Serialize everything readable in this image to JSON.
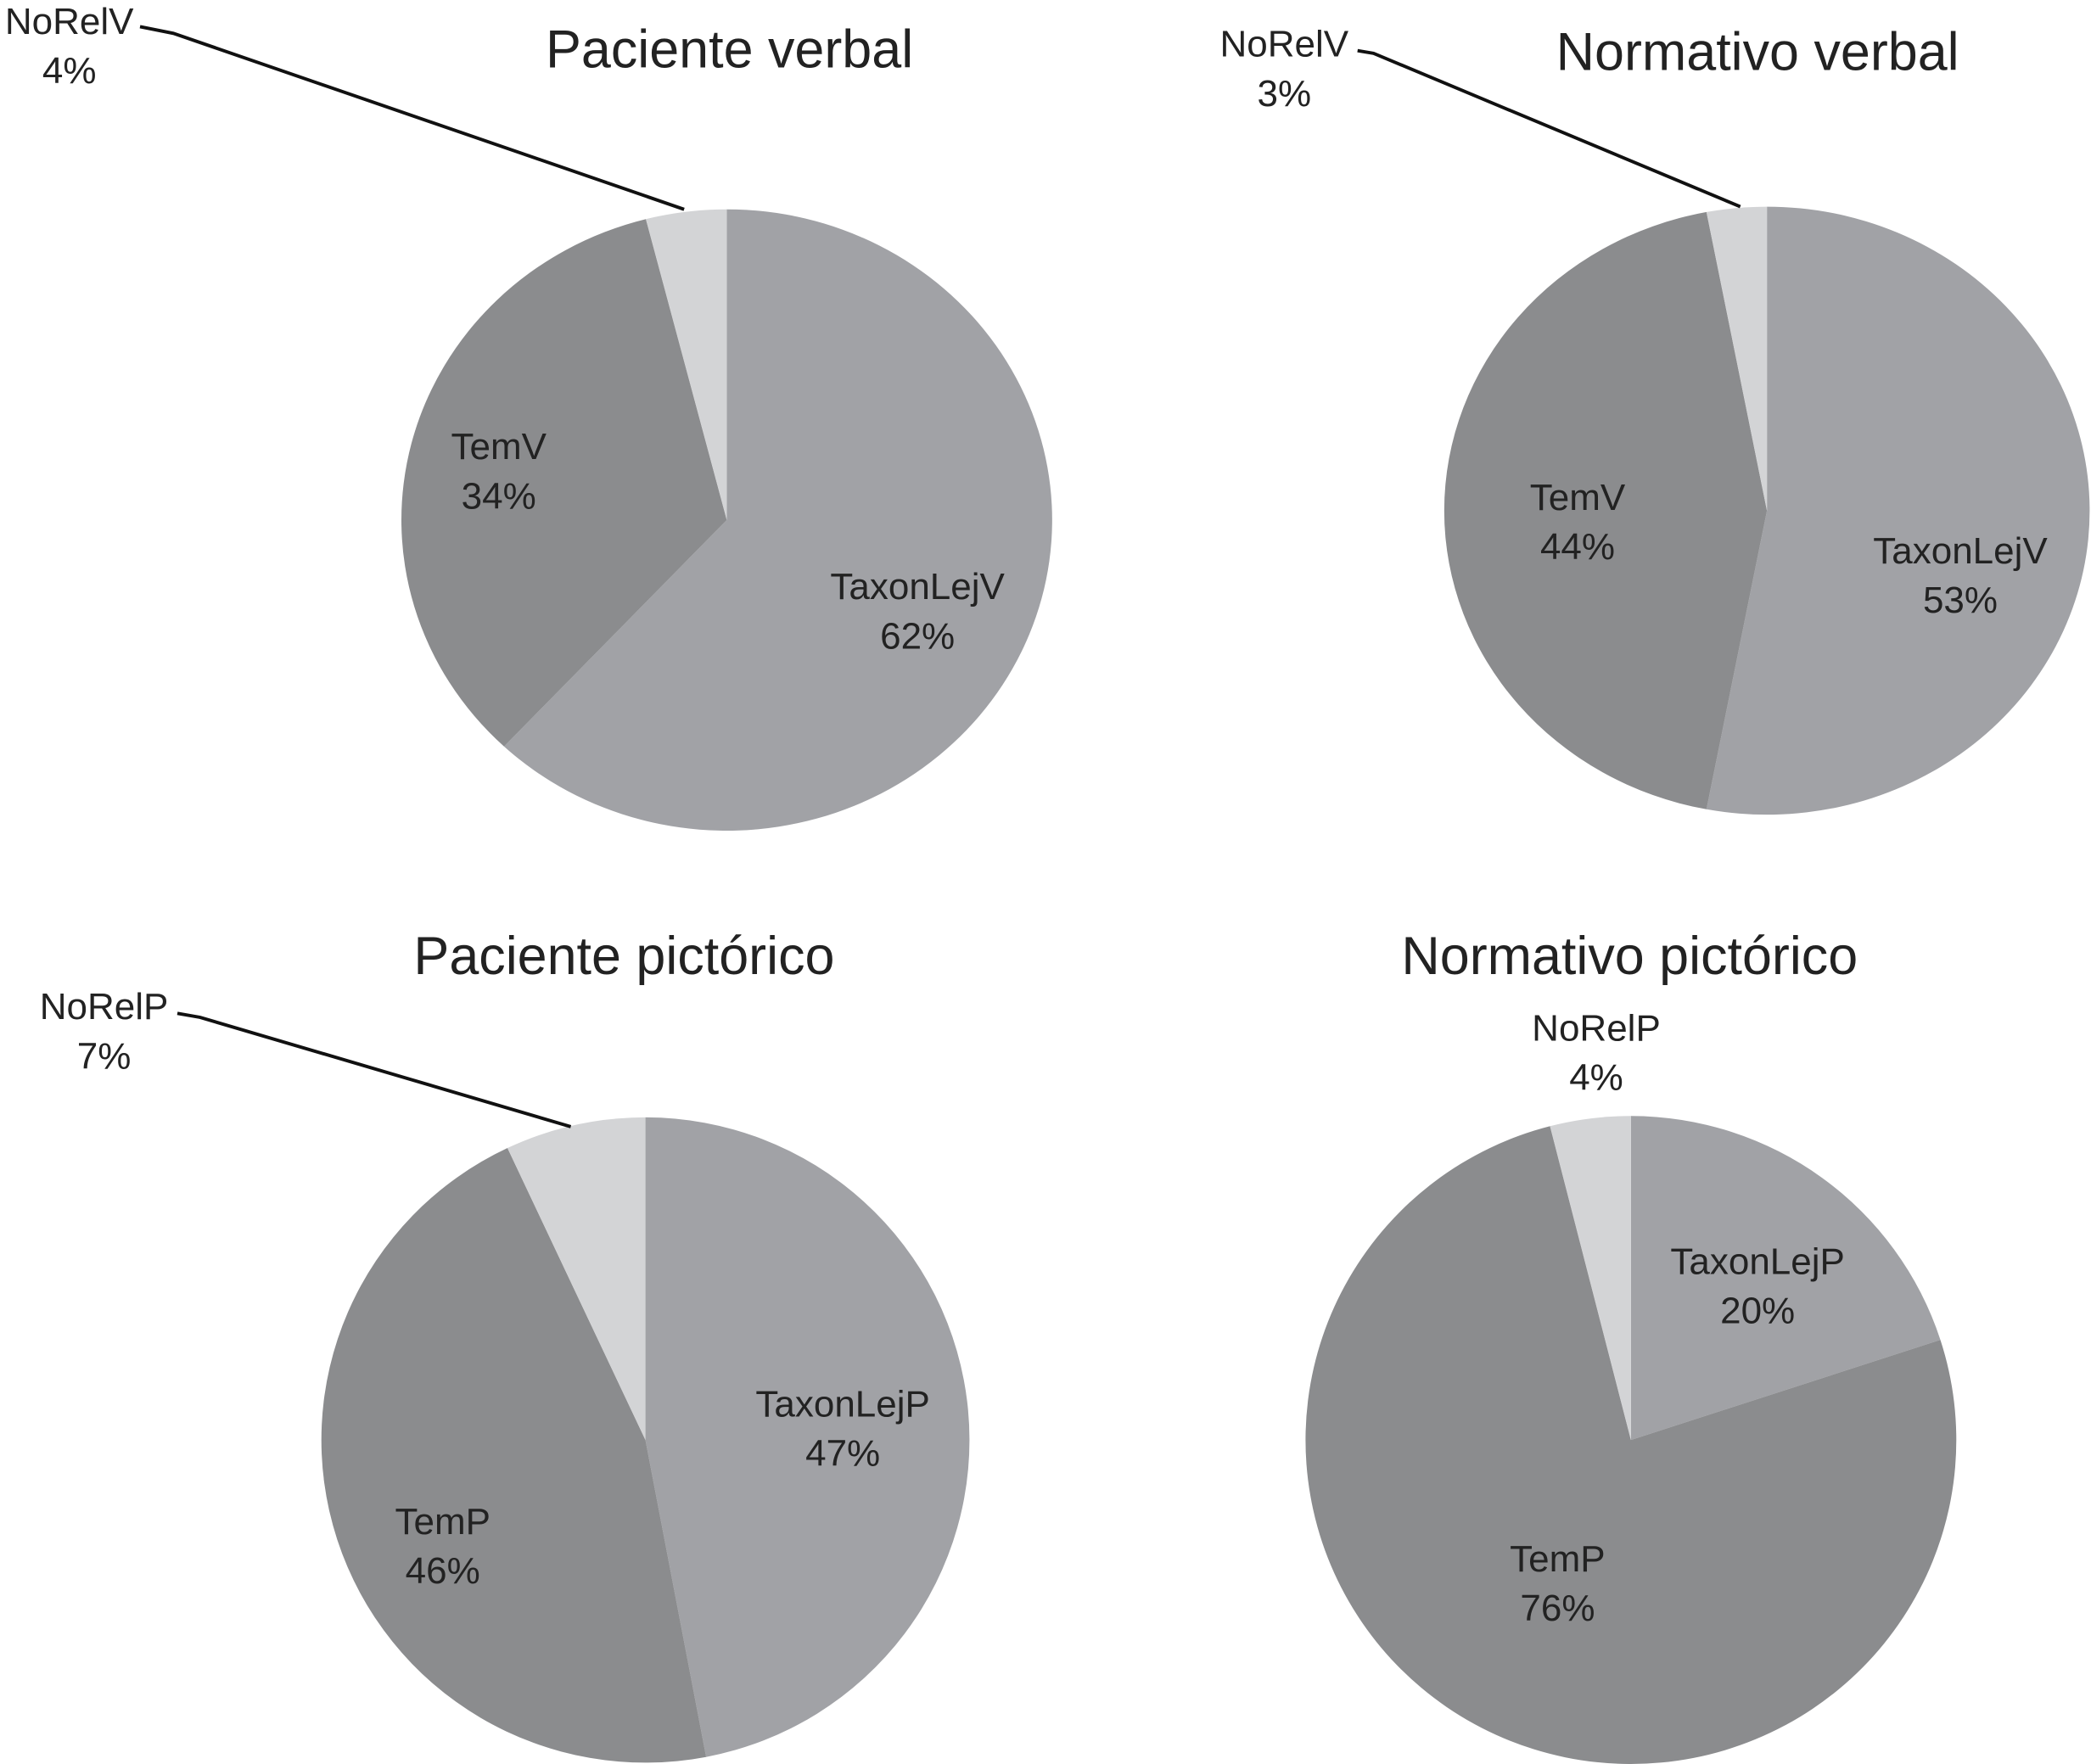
{
  "colors": {
    "TaxonLej": "#a1a2a6",
    "Tem": "#8b8c8e",
    "NoRel": "#d3d4d6",
    "text": "#222222"
  },
  "chart_data": [
    {
      "type": "pie",
      "title": "Paciente verbal",
      "slices": [
        {
          "label": "TaxonLejV",
          "value": 62,
          "text": "62%"
        },
        {
          "label": "TemV",
          "value": 34,
          "text": "34%"
        },
        {
          "label": "NoRelV",
          "value": 4,
          "text": "4%"
        }
      ]
    },
    {
      "type": "pie",
      "title": "Normativo verbal",
      "slices": [
        {
          "label": "TaxonLejV",
          "value": 53,
          "text": "53%"
        },
        {
          "label": "TemV",
          "value": 44,
          "text": "44%"
        },
        {
          "label": "NoRelV",
          "value": 3,
          "text": "3%"
        }
      ]
    },
    {
      "type": "pie",
      "title": "Paciente pictórico",
      "slices": [
        {
          "label": "TaxonLejP",
          "value": 47,
          "text": "47%"
        },
        {
          "label": "TemP",
          "value": 46,
          "text": "46%"
        },
        {
          "label": "NoRelP",
          "value": 7,
          "text": "7%"
        }
      ]
    },
    {
      "type": "pie",
      "title": "Normativo pictórico",
      "slices": [
        {
          "label": "TaxonLejP",
          "value": 20,
          "text": "20%"
        },
        {
          "label": "TemP",
          "value": 76,
          "text": "76%"
        },
        {
          "label": "NoRelP",
          "value": 4,
          "text": "4%"
        }
      ]
    }
  ]
}
